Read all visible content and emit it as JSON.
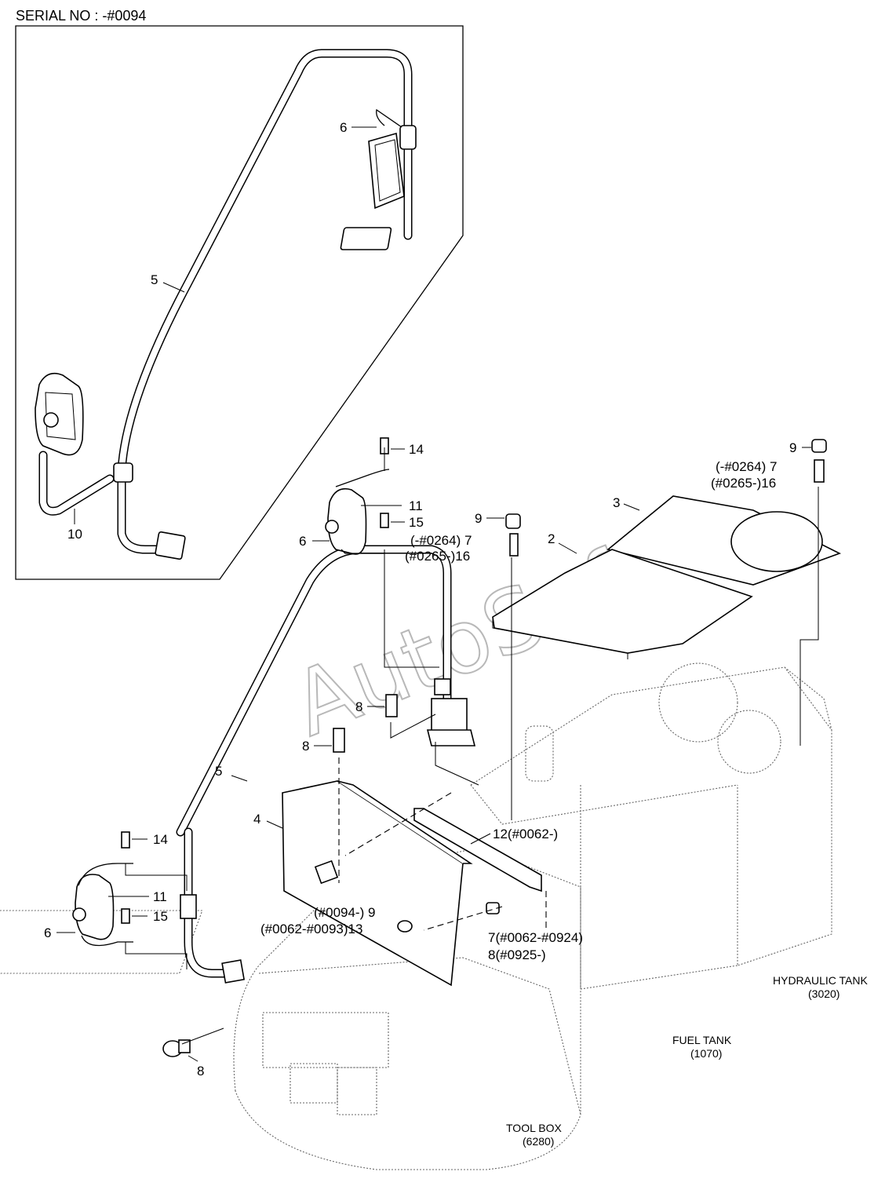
{
  "header": {
    "serial_label": "SERIAL NO : -#0094"
  },
  "watermark": "AutoSoft",
  "callouts": {
    "inset_6": "6",
    "inset_5": "5",
    "inset_10": "10",
    "r_9": "9",
    "r_7": "(-#0264) 7",
    "r_16": "(#0265-)16",
    "r_3": "3",
    "m_14": "14",
    "m_11": "11",
    "m_15": "15",
    "m_6": "6",
    "m_9": "9",
    "m_7": "(-#0264) 7",
    "m_16": "(#0265-)16",
    "m_2": "2",
    "m_8a": "8",
    "m_8b": "8",
    "m_5": "5",
    "m_4": "4",
    "m_12": "12(#0062-)",
    "l_14": "14",
    "l_11": "11",
    "l_15": "15",
    "l_6": "6",
    "b_9": "(#0094-) 9",
    "b_13": "(#0062-#0093)13",
    "b_7": "7(#0062-#0924)",
    "b_8a": "8(#0925-)",
    "b_8b": "8"
  },
  "references": {
    "hydraulic_tank": "HYDRAULIC TANK",
    "hydraulic_tank_code": "(3020)",
    "fuel_tank": "FUEL TANK",
    "fuel_tank_code": "(1070)",
    "tool_box": "TOOL BOX",
    "tool_box_code": "(6280)"
  }
}
